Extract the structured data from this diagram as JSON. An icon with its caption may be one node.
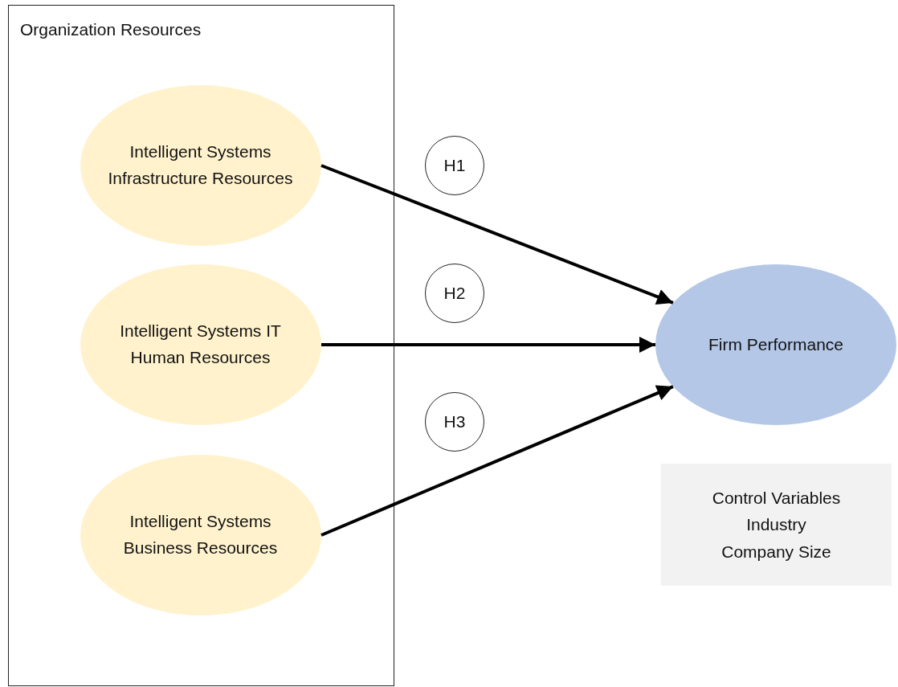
{
  "diagram": {
    "nodes": [
      {
        "text": [
          "Organization Resources"
        ]
      },
      {
        "text": [
          "Intelligent Systems Infrastructure Resources"
        ],
        "in": 0
      },
      {
        "text": [
          "Intelligent Systems IT Human Resources"
        ],
        "in": 0
      },
      {
        "text": [
          "Intelligent Systems Business Resources"
        ],
        "in": 0
      },
      {
        "text": [
          "Firm Performance"
        ]
      },
      {
        "text": [
          "H1"
        ]
      },
      {
        "text": [
          "H2"
        ]
      },
      {
        "text": [
          "H3"
        ]
      },
      {
        "text": [
          "Control Variables",
          "Industry",
          "Company Size"
        ]
      }
    ],
    "edges": [
      {
        "from": 1,
        "to": 4,
        "arrow": "to"
      },
      {
        "from": 2,
        "to": 4,
        "arrow": "to"
      },
      {
        "from": 3,
        "to": 4,
        "arrow": "to"
      }
    ]
  }
}
